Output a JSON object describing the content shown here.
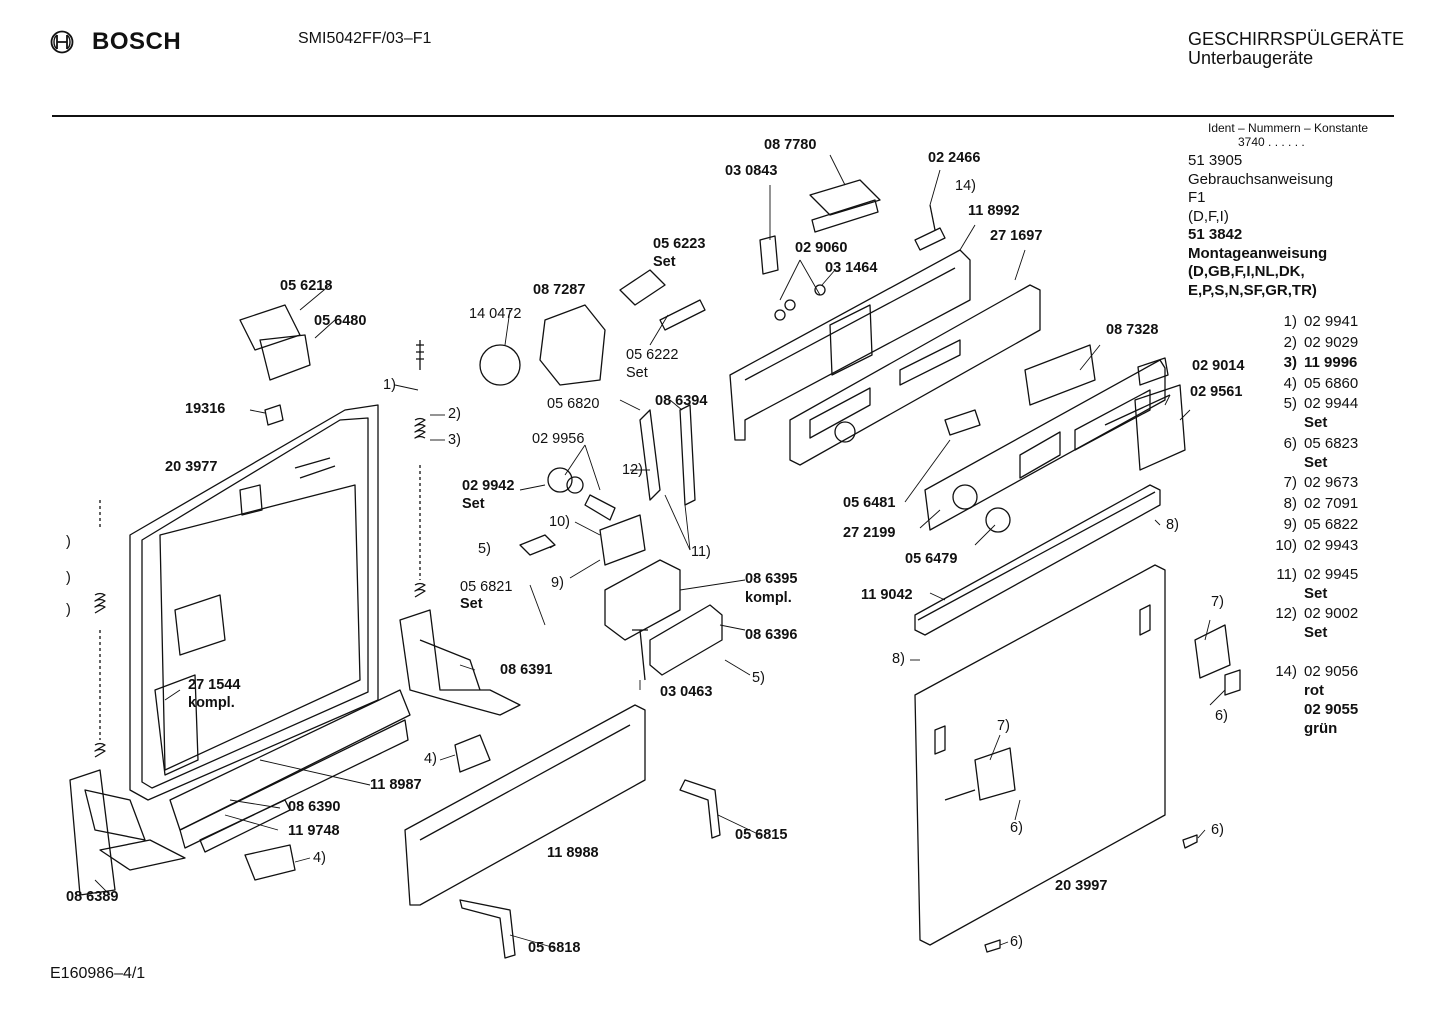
{
  "header": {
    "brand": "BOSCH",
    "model": "SMI5042FF/03–F1",
    "category_line1": "GESCHIRRSPÜLGERÄTE",
    "category_line2": "Unterbaugeräte"
  },
  "footer": {
    "code": "E160986–4/1"
  },
  "right_panel": {
    "ident_title": "Ident – Nummern – Konstante",
    "ident_value": "3740 . . . . . .",
    "doc1_number": "51 3905",
    "doc1_title": "Gebrauchsanweisung",
    "doc1_variant": "F1",
    "doc1_langs": "(D,F,I)",
    "doc2_number": "51 3842",
    "doc2_title": "Montageanweisung",
    "doc2_langs_line1": "(D,GB,F,I,NL,DK,",
    "doc2_langs_line2": "E,P,S,N,SF,GR,TR)"
  },
  "legend": [
    {
      "key": "1)",
      "value": "02 9941"
    },
    {
      "key": "2)",
      "value": "02 9029"
    },
    {
      "key": "3)",
      "value": "11 9996"
    },
    {
      "key": "4)",
      "value": "05 6860"
    },
    {
      "key": "5)",
      "value": "02 9944",
      "sub": "Set"
    },
    {
      "key": "6)",
      "value": "05 6823",
      "sub": "Set"
    },
    {
      "key": "7)",
      "value": "02 9673"
    },
    {
      "key": "8)",
      "value": "02 7091"
    },
    {
      "key": "9)",
      "value": "05 6822"
    },
    {
      "key": "10)",
      "value": "02 9943"
    },
    {
      "key": "11)",
      "value": "02 9945",
      "sub": "Set"
    },
    {
      "key": "12)",
      "value": "02 9002",
      "sub": "Set"
    },
    {
      "key": "14)",
      "value": "02 9056",
      "sub": "rot",
      "sub2": "02 9055",
      "sub3": "grün"
    }
  ],
  "callouts": [
    "08 7780",
    "03 0843",
    "02 2466",
    "14)",
    "11 8992",
    "27 1697",
    "05 6223",
    "Set",
    "02 9060",
    "03 1464",
    "08 7287",
    "05 6218",
    "14 0472",
    "05 6480",
    "05 6222",
    "Set",
    "1)",
    "2)",
    "3)",
    "19316",
    "05 6820",
    "08 6394",
    "08 7328",
    "02 9014",
    "02 9561",
    "02 9956",
    "12)",
    "20 3977",
    "02 9942",
    "Set",
    "10)",
    "05 6481",
    "27 2199",
    "5)",
    "9)",
    "11)",
    "8)",
    "05 6479",
    "05 6821",
    "Set",
    "08 6395",
    "kompl.",
    "11 9042",
    "08 6396",
    "7)",
    "08 6391",
    "8)",
    "27 1544",
    "kompl.",
    "03 0463",
    "5)",
    "6)",
    "4)",
    "7)",
    "11 8987",
    "08 6390",
    "05 6815",
    "6)",
    "11 9748",
    "11 8988",
    "4)",
    "6)",
    "08 6389",
    "20 3997",
    "05 6818",
    "6)",
    ")",
    ")",
    ")"
  ]
}
